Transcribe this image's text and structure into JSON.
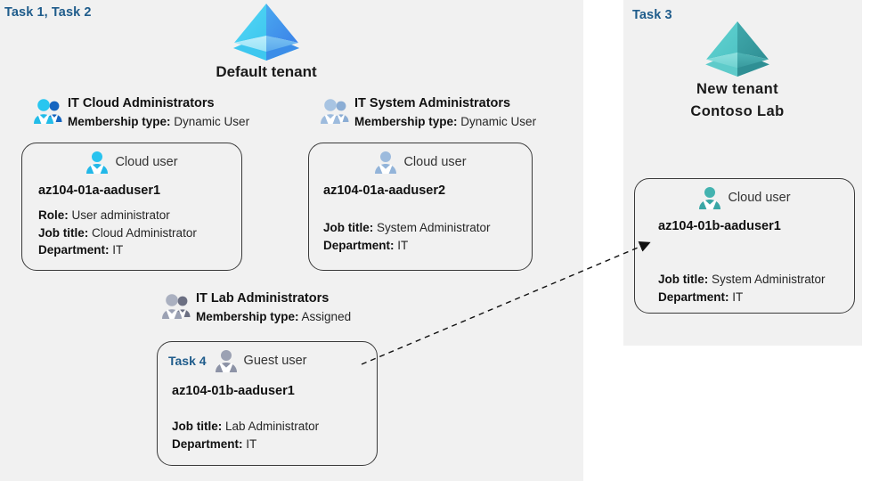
{
  "diagram": {
    "title": "Azure AD tenants, groups and users lab diagram",
    "accent_color": "#1f5c8b",
    "panel_bg": "#f1f1f1"
  },
  "labels": {
    "task_1_2": "Task 1, Task 2",
    "task_3": "Task 3",
    "task_4": "Task 4"
  },
  "tenants": {
    "default": {
      "icon": "azure-ad-tenant-icon",
      "title": "Default tenant"
    },
    "new": {
      "icon": "azure-ad-tenant-icon",
      "title_line1": "New  tenant",
      "title_line2": "Contoso Lab"
    }
  },
  "groups": [
    {
      "icon": "group-users-icon",
      "name": "IT Cloud Administrators",
      "membership_label": "Membership type:",
      "membership_value": "Dynamic User"
    },
    {
      "icon": "group-users-icon",
      "name": "IT System Administrators",
      "membership_label": "Membership type:",
      "membership_value": "Dynamic User"
    },
    {
      "icon": "group-users-icon",
      "name": "IT Lab Administrators",
      "membership_label": "Membership type:",
      "membership_value": "Assigned"
    }
  ],
  "users": [
    {
      "icon": "cloud-user-icon",
      "user_type": "Cloud user",
      "upn": "az104-01a-aaduser1",
      "props": [
        {
          "label": "Role:",
          "value": "User administrator"
        },
        {
          "label": "Job title:",
          "value": "Cloud Administrator"
        },
        {
          "label": "Department:",
          "value": "IT"
        }
      ]
    },
    {
      "icon": "cloud-user-icon",
      "user_type": "Cloud user",
      "upn": "az104-01a-aaduser2",
      "props": [
        {
          "label": "Job title:",
          "value": "System Administrator"
        },
        {
          "label": "Department:",
          "value": "IT"
        }
      ]
    },
    {
      "icon": "guest-user-icon",
      "task_tag": "Task 4",
      "user_type": "Guest user",
      "upn": "az104-01b-aaduser1",
      "props": [
        {
          "label": "Job title:",
          "value": "Lab Administrator"
        },
        {
          "label": "Department:",
          "value": "IT"
        }
      ]
    },
    {
      "icon": "cloud-user-icon",
      "user_type": "Cloud user",
      "upn": "az104-01b-aaduser1",
      "props": [
        {
          "label": "Job title:",
          "value": "System Administrator"
        },
        {
          "label": "Department:",
          "value": "IT"
        }
      ]
    }
  ],
  "connector": {
    "name": "guest-invitation-arrow",
    "style": "dashed-arrow"
  }
}
